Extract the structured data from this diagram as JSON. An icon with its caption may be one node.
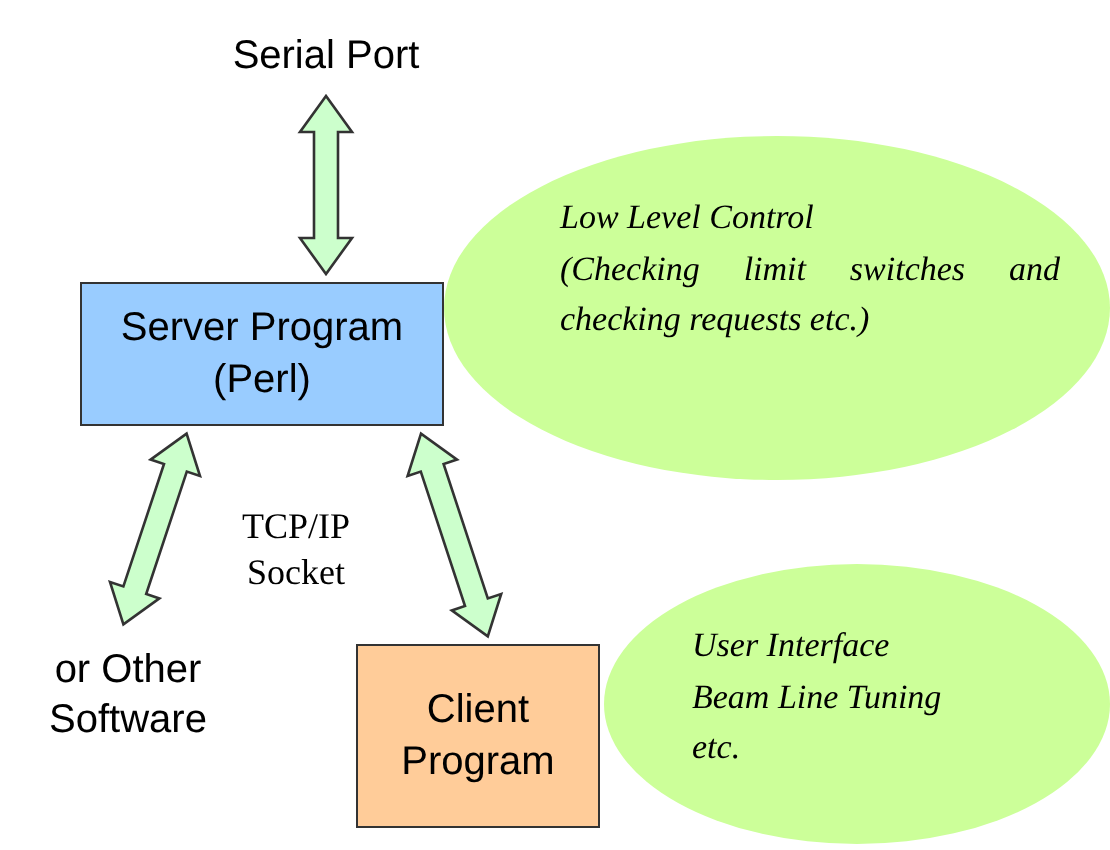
{
  "diagram": {
    "nodes": [
      {
        "text": [
          "Serial Port"
        ]
      },
      {
        "text": [
          "Server Program (Perl)"
        ]
      },
      {
        "text": [
          "Low Level Control",
          "(Checking limit switches and checking requests etc.)"
        ]
      },
      {
        "text": [
          "or Other Software"
        ]
      },
      {
        "text": [
          "Client Program"
        ]
      },
      {
        "text": [
          "User Interface",
          "Beam Line Tuning",
          "etc."
        ]
      }
    ],
    "edges": [
      {
        "from": 0,
        "to": 1,
        "arrow": "both"
      },
      {
        "from": 1,
        "to": 3,
        "arrow": "both"
      },
      {
        "from": 1,
        "to": 4,
        "arrow": "both"
      }
    ],
    "labels": [
      "TCP/IP Socket"
    ]
  }
}
